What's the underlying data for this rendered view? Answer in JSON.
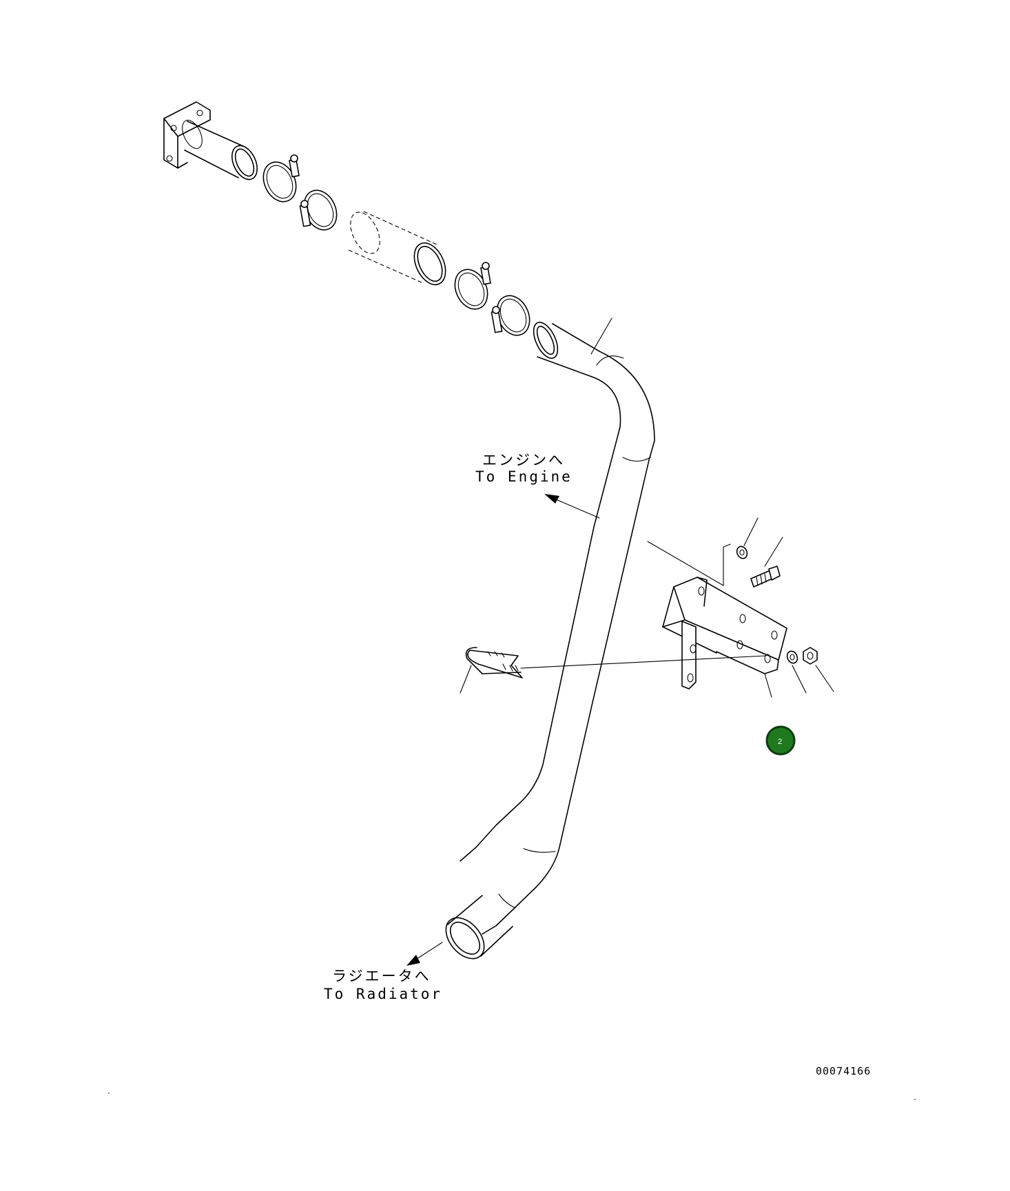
{
  "labels": {
    "to_engine_jp": "エンジンへ",
    "to_engine_en": "To Engine",
    "to_radiator_jp": "ラジエータへ",
    "to_radiator_en": "To Radiator",
    "drawing_number": "00074166"
  },
  "callout": {
    "number": "2",
    "color": "#1f7a1f"
  }
}
